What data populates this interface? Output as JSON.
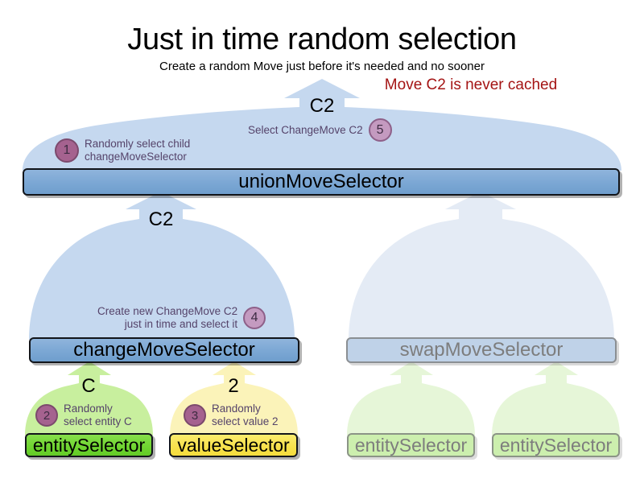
{
  "header": {
    "title": "Just in time random selection",
    "subtitle": "Create a random Move just before it's needed and no sooner",
    "annotation": "Move C2 is never cached",
    "annotation_color": "#a41414"
  },
  "colors": {
    "active_selector": "#7ba7d4",
    "faded_selector": "#bfd2e8",
    "entity_green": "#6fd430",
    "entity_green_faded": "#ccefae",
    "value_yellow": "#f7e14b",
    "flow_blue": "#c5d8ef",
    "flow_blue_faded": "#e4ebf5",
    "flow_green": "#c8ef9e",
    "flow_green_faded": "#e6f6d8",
    "flow_yellow": "#fbf3b9",
    "badge_dark": "#a5628f",
    "badge_light": "#c49ac0",
    "step_text": "#55436a"
  },
  "nodes": {
    "union": {
      "label": "unionMoveSelector",
      "state": "active"
    },
    "change": {
      "label": "changeMoveSelector",
      "state": "active"
    },
    "swap": {
      "label": "swapMoveSelector",
      "state": "faded"
    },
    "entity_change": {
      "label": "entitySelector",
      "state": "active"
    },
    "value_change": {
      "label": "valueSelector",
      "state": "active"
    },
    "entity_swap_left": {
      "label": "entitySelector",
      "state": "faded"
    },
    "entity_swap_right": {
      "label": "entitySelector",
      "state": "faded"
    }
  },
  "flow_labels": {
    "union_out": "C2",
    "change_out": "C2",
    "entity_out": "C",
    "value_out": "2"
  },
  "steps": [
    {
      "number": "1",
      "text_line1": "Randomly select child",
      "text_line2": "changeMoveSelector",
      "badge": "dark",
      "align": "left"
    },
    {
      "number": "2",
      "text_line1": "Randomly",
      "text_line2": "select entity C",
      "badge": "dark",
      "align": "left"
    },
    {
      "number": "3",
      "text_line1": "Randomly",
      "text_line2": "select value 2",
      "badge": "dark",
      "align": "left"
    },
    {
      "number": "4",
      "text_line1": "Create new ChangeMove C2",
      "text_line2": "just in time and select it",
      "badge": "light",
      "align": "right"
    },
    {
      "number": "5",
      "text_line1": "Select ChangeMove C2",
      "text_line2": "",
      "badge": "light",
      "align": "right"
    }
  ]
}
